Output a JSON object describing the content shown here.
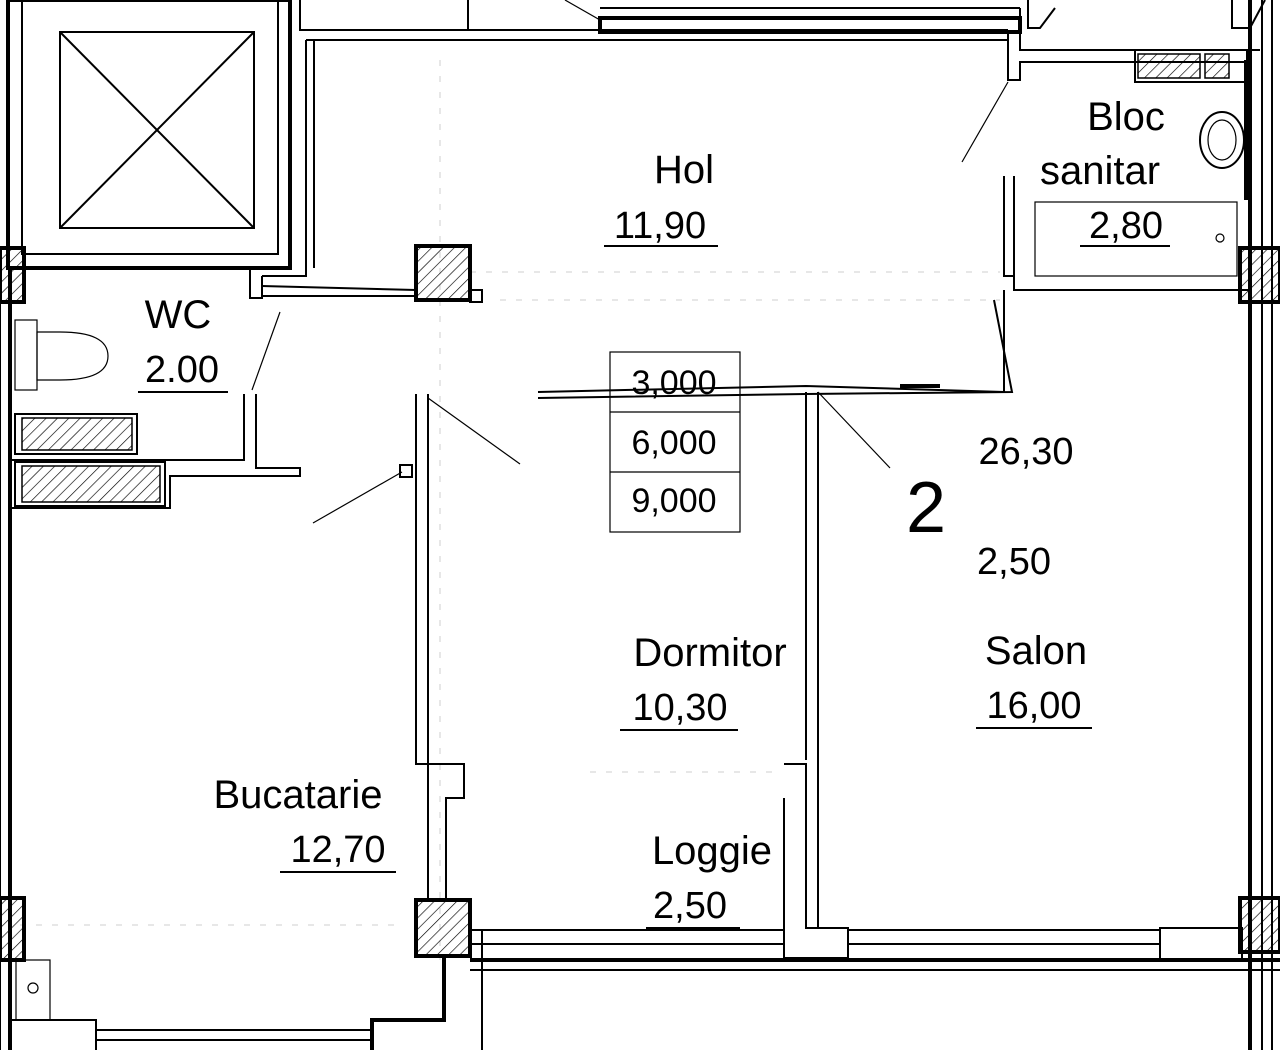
{
  "apartment_number": "2",
  "apartment_total_area": "26,30",
  "ceiling_height": "2,50",
  "dimension_table": [
    "3,000",
    "6,000",
    "9,000"
  ],
  "rooms": {
    "hol": {
      "name": "Hol",
      "area": "11,90"
    },
    "bloc_sanitar": {
      "name_line1": "Bloc",
      "name_line2": "sanitar",
      "area": "2,80"
    },
    "wc": {
      "name": "WC",
      "area": "2.00"
    },
    "dormitor": {
      "name": "Dormitor",
      "area": "10,30"
    },
    "salon": {
      "name": "Salon",
      "area": "16,00"
    },
    "bucatarie": {
      "name": "Bucatarie",
      "area": "12,70"
    },
    "loggie": {
      "name": "Loggie",
      "area": "2,50"
    }
  }
}
